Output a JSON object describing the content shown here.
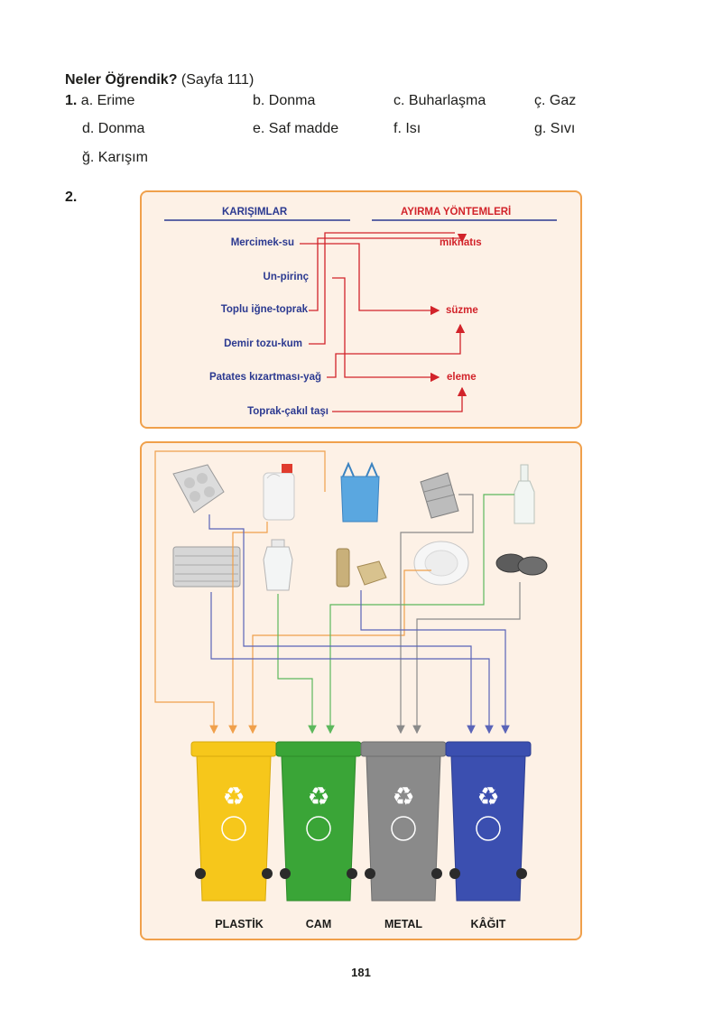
{
  "heading": {
    "bold": "Neler Öğrendik?",
    "rest": " (Sayfa 111)"
  },
  "q1": {
    "number": "1.",
    "answers": [
      "a. Erime",
      "b. Donma",
      "c. Buharlaşma",
      "ç. Gaz",
      "d. Donma",
      "e. Saf madde",
      "f. Isı",
      "g. Sıvı",
      "ğ. Karışım"
    ]
  },
  "q2": {
    "number": "2.",
    "header_left": "KARIŞIMLAR",
    "header_right": "AYIRMA YÖNTEMLERİ",
    "mixtures": [
      "Mercimek-su",
      "Un-pirinç",
      "Toplu iğne-toprak",
      "Demir tozu-kum",
      "Patates kızartması-yağ",
      "Toprak-çakıl taşı"
    ],
    "methods": [
      "mıknatıs",
      "süzme",
      "eleme"
    ]
  },
  "bins": [
    "PLASTİK",
    "CAM",
    "METAL",
    "KÂĞIT"
  ],
  "colors": {
    "panel_border": "#f0a04b",
    "panel_fill": "#fdf1e6",
    "mixture_blue": "#2b3990",
    "method_red": "#d2232a",
    "bin_yellow": "#f6c71b",
    "bin_green": "#3aa537",
    "bin_gray": "#8a8a8a",
    "bin_blue": "#3b4fb0",
    "line_orange": "#f0a04b",
    "line_green": "#5cb85c",
    "line_gray": "#8a8a8a",
    "line_blue": "#5a64b8"
  },
  "page_number": "181"
}
